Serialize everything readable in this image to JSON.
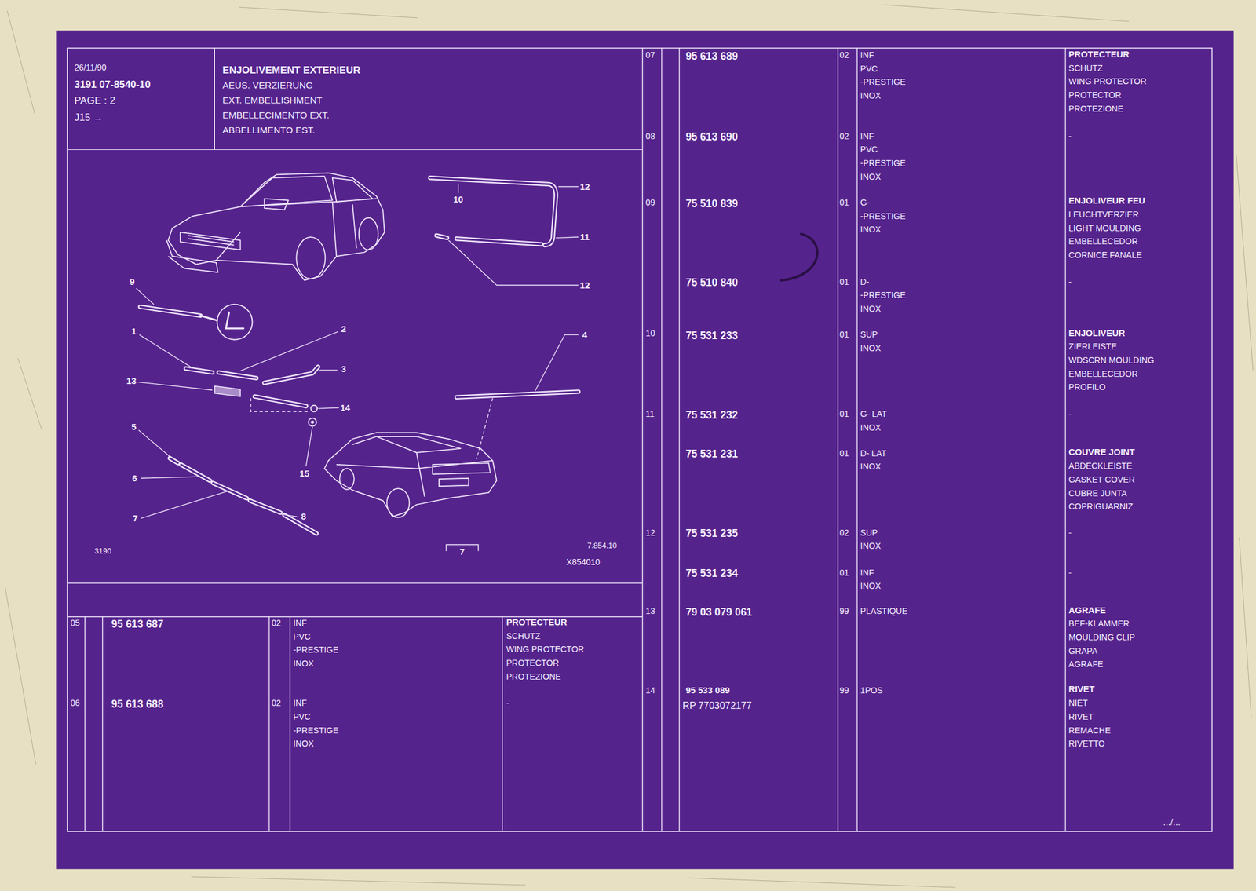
{
  "diagram": {
    "nodes": [
      {
        "text": [
          "26/11/90",
          "3191 07-8540-10",
          "PAGE : 2",
          "J15 →"
        ]
      },
      {
        "text": [
          "ENJOLIVEMENT EXTERIEUR",
          "AEUS. VERZIERUNG",
          "EXT. EMBELLISHMENT",
          "EMBELLECIMENTO EXT.",
          "ABBELLIMENTO EST."
        ]
      }
    ],
    "labels": [
      "9",
      "1",
      "2",
      "13",
      "3",
      "14",
      "15",
      "5",
      "6",
      "7",
      "8",
      "4",
      "10",
      "12",
      "11",
      "12",
      "7",
      "3190",
      "7.854.10",
      "X854010",
      "05",
      "95 613 687",
      "02",
      "INF",
      "PVC",
      "-PRESTIGE",
      "INOX",
      "PROTECTEUR",
      "SCHUTZ",
      "WING PROTECTOR",
      "PROTECTOR",
      "PROTEZIONE",
      "06",
      "95 613 688",
      "02",
      "INF",
      "PVC",
      "-PRESTIGE",
      "INOX",
      "-",
      "07",
      "95 613 689",
      "02",
      "INF",
      "PVC",
      "-PRESTIGE",
      "INOX",
      "PROTECTEUR",
      "SCHUTZ",
      "WING PROTECTOR",
      "PROTECTOR",
      "PROTEZIONE",
      "08",
      "95 613 690",
      "02",
      "INF",
      "PVC",
      "-PRESTIGE",
      "INOX",
      "-",
      "09",
      "75 510 839",
      "01",
      "G-",
      "-PRESTIGE",
      "INOX",
      "ENJOLIVEUR FEU",
      "LEUCHTVERZIER",
      "LIGHT MOULDING",
      "EMBELLECEDOR",
      "CORNICE FANALE",
      "75 510 840",
      "01",
      "D-",
      "-PRESTIGE",
      "INOX",
      "-",
      "10",
      "75 531 233",
      "01",
      "SUP",
      "INOX",
      "ENJOLIVEUR",
      "ZIERLEISTE",
      "WDSCRN MOULDING",
      "EMBELLECEDOR",
      "PROFILO",
      "11",
      "75 531 232",
      "01",
      "G- LAT",
      "INOX",
      "-",
      "75 531 231",
      "01",
      "D- LAT",
      "INOX",
      "COUVRE JOINT",
      "ABDECKLEISTE",
      "GASKET COVER",
      "CUBRE JUNTA",
      "COPRIGUARNIZ",
      "12",
      "75 531 235",
      "02",
      "SUP",
      "INOX",
      "-",
      "75 531 234",
      "01",
      "INF",
      "INOX",
      "-",
      "13",
      "79 03 079 061",
      "99",
      "PLASTIQUE",
      "AGRAFE",
      "BEF-KLAMMER",
      "MOULDING CLIP",
      "GRAPA",
      "AGRAFE",
      "14",
      "95 533 089",
      "RP 7703072177",
      "99",
      "1POS",
      "RIVET",
      "NIET",
      "RIVET",
      "REMACHE",
      "RIVETTO",
      ".../..."
    ]
  }
}
